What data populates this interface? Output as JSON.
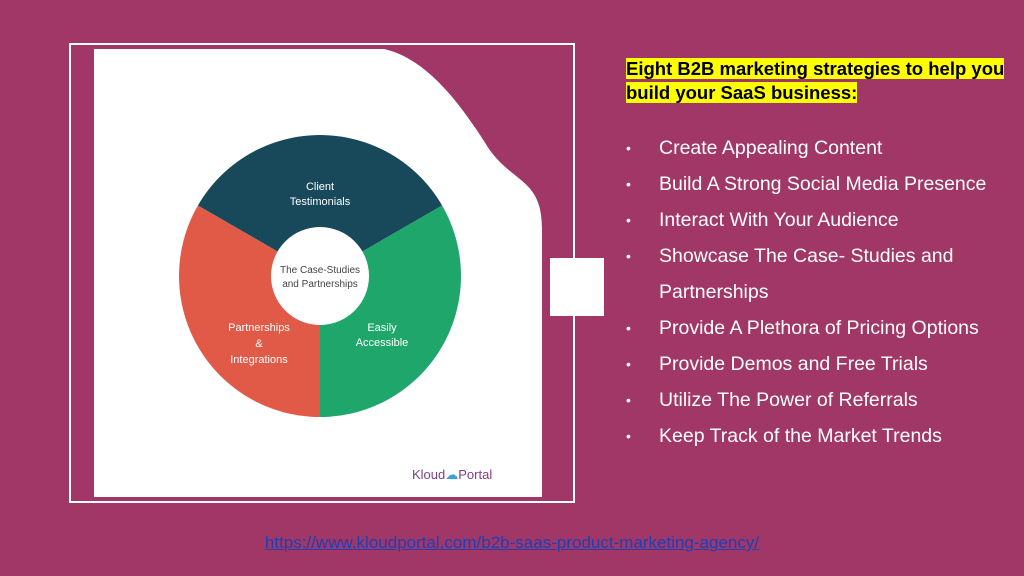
{
  "title": "Eight B2B marketing strategies to help you build your SaaS business:",
  "strategies": [
    "Create Appealing Content",
    "Build A Strong Social Media Presence",
    "Interact With Your Audience",
    "Showcase The Case- Studies and Partnerships",
    "Provide A Plethora of Pricing Options",
    "Provide Demos and Free Trials",
    "Utilize The Power of Referrals",
    "Keep Track of the Market Trends"
  ],
  "bullet": "•",
  "diagram": {
    "center": [
      "The Case-Studies",
      "and Partnerships"
    ],
    "segments": [
      {
        "lines": [
          "Client",
          "Testimonials"
        ],
        "color": "#17495a"
      },
      {
        "lines": [
          "Easily",
          "Accessible"
        ],
        "color": "#1fa76b"
      },
      {
        "lines": [
          "Partnerships",
          "&",
          "Integrations"
        ],
        "color": "#e05a47"
      }
    ],
    "logo": {
      "part1": "Kloud",
      "part2": "Portal"
    }
  },
  "url": "https://www.kloudportal.com/b2b-saas-product-marketing-agency/"
}
